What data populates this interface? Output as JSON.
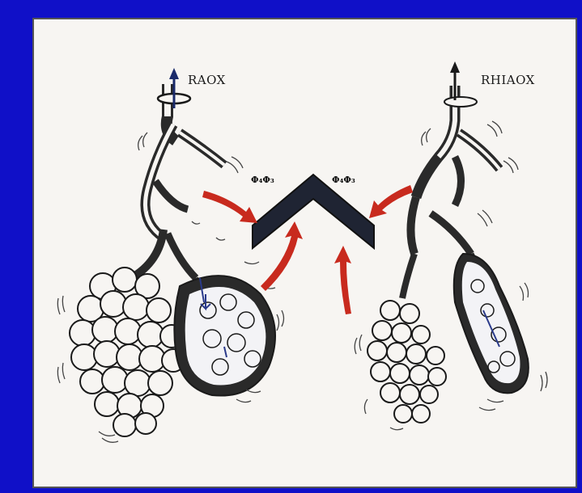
{
  "labels": {
    "left_airway": "RAOX",
    "right_airway": "RHIAOX",
    "left_formula": "Φ₄Φ₃",
    "right_formula": "Φ₄Φ₃"
  },
  "colors": {
    "background": "#1010c8",
    "paper": "#f7f5f2",
    "arrow": "#c82a1e",
    "chevron": "#1f2433",
    "ink": "#1a1a1a",
    "highlight": "#2a3a8a"
  },
  "icons": {
    "chevron": "chevron-icon",
    "up_arrow": "up-arrow-icon",
    "force_arrow": "red-curved-arrow-icon"
  }
}
